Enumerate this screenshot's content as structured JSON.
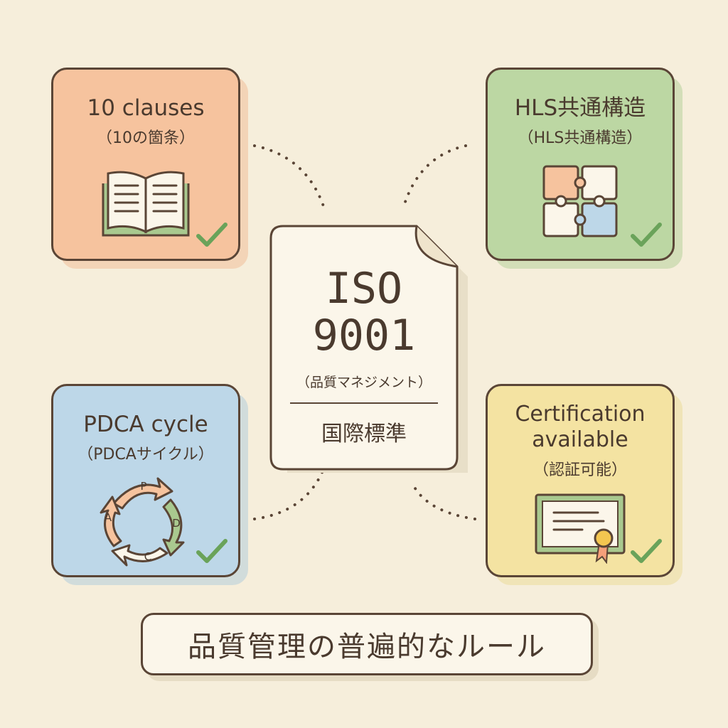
{
  "center": {
    "title_line1": "ISO",
    "title_line2": "9001",
    "subtitle": "（品質マネジメント）",
    "label": "国際標準"
  },
  "cards": [
    {
      "title": "10 clauses",
      "subtitle": "（10の箇条）",
      "icon": "open-book-icon",
      "color": "#f6c39e"
    },
    {
      "title": "HLS共通構造",
      "subtitle": "（HLS共通構造）",
      "icon": "puzzle-icon",
      "color": "#bcd7a3"
    },
    {
      "title": "PDCA cycle",
      "subtitle": "（PDCAサイクル）",
      "icon": "cycle-arrows-icon",
      "color": "#bdd7e8",
      "cycle_letters": [
        "P",
        "D",
        "C",
        "A"
      ]
    },
    {
      "title_line1": "Certification",
      "title_line2": "available",
      "subtitle": "（認証可能）",
      "icon": "certificate-icon",
      "color": "#f4e3a2"
    }
  ],
  "banner": "品質管理の普遍的なルール"
}
